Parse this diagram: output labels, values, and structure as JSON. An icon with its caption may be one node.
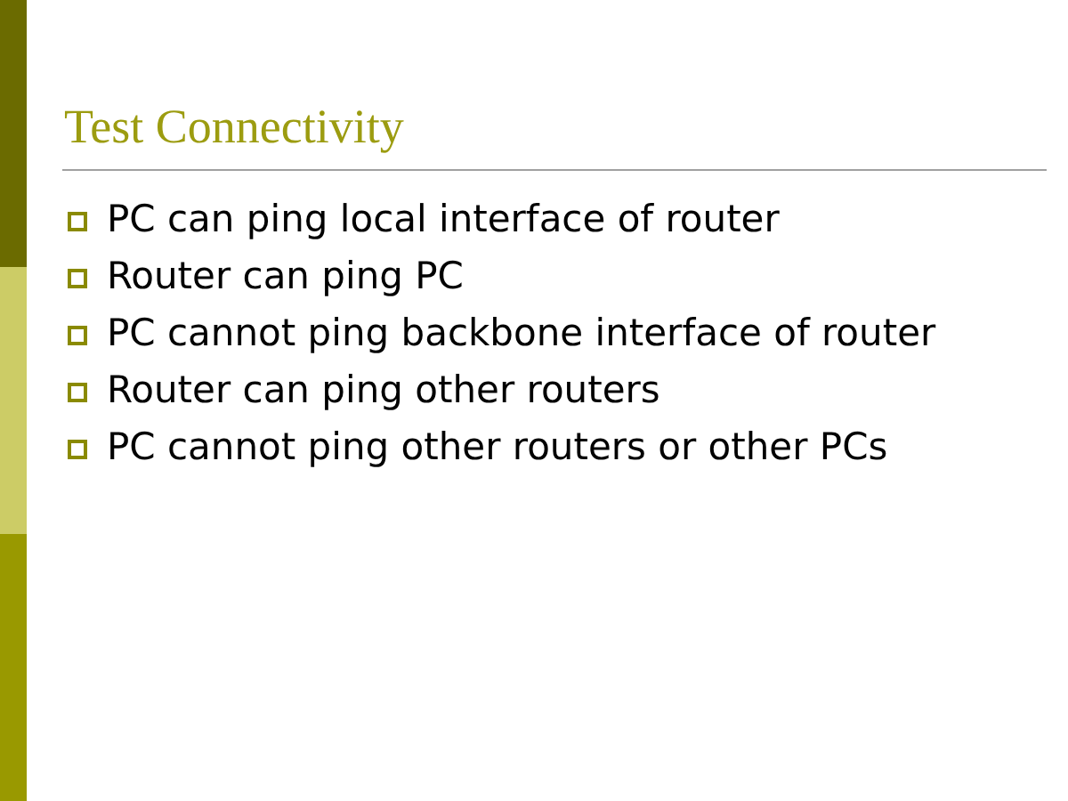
{
  "diagram": {
    "title": "Test Connectivity",
    "labels": [
      "PC can ping local interface of router",
      "Router can ping PC",
      "PC cannot ping backbone interface of router",
      "Router can ping other routers",
      "PC cannot ping other routers or other PCs"
    ]
  }
}
